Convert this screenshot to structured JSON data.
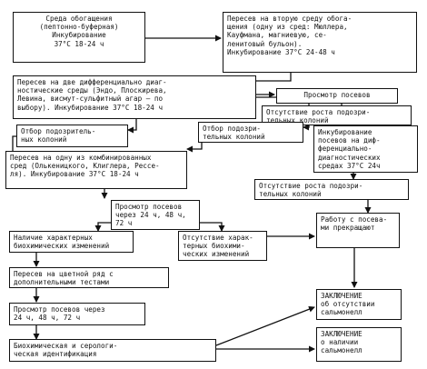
{
  "diagram": {
    "nodes": {
      "n1": "Среда обогащения\n(пептонно-буферная)\nИнкубирование\n37°C   18-24 ч",
      "n2": "Пересев на вторую среду обога-\nщения (одну из сред: Мюллера,\nКауфмана, магниевую, се-\nленитовый бульон).\nИнкубирование 37°C  24-48 ч",
      "n3": "Пересев на две дифференциально диаг-\nностические среды (Эндо, Плоскирева,\nЛевина, висмут-сульфитный агар — по\nвыбору). Инкубирование 37°C 18-24 ч",
      "n4": "Просмотр посевов",
      "n5": "Отсутствие роста подозри-\nтельных колоний",
      "n6": "Отбор подозритель-\nных колоний",
      "n7": "Отбор подозри-\nтельных колоний",
      "n8": "Инкубирование\nпосевов на диф-\nференциально-\nдиагностических\nсредах 37°C 24ч",
      "n9": "Пересев на одну из комбинированных\nсред (Олькеницкого, Клиглера, Рессе-\nля). Инкубирование 37°C 18-24 ч",
      "n10": "Отсутствие роста подозри-\nтельных колоний",
      "n11": "Просмотр посевов\nчерез 24 ч, 48 ч,\n72 ч",
      "n12": "Наличие характерных\nбиохимических изменений",
      "n13": "Отсутствие харак-\nтерных биохими-\nческих изменений",
      "n14": "Работу с посева-\nми прекращают",
      "n15": "Пересев на цветной ряд с\nдополнительными тестами",
      "n16": "Просмотр посевов через\n24 ч, 48 ч, 72 ч",
      "n17": "Биохимическая и серологи-\nческая идентификация",
      "n18": "ЗАКЛЮЧЕНИЕ\nоб отсутствии\nсальмонелл",
      "n19": "ЗАКЛЮЧЕНИЕ\nо наличии\nсальмонелл"
    }
  }
}
